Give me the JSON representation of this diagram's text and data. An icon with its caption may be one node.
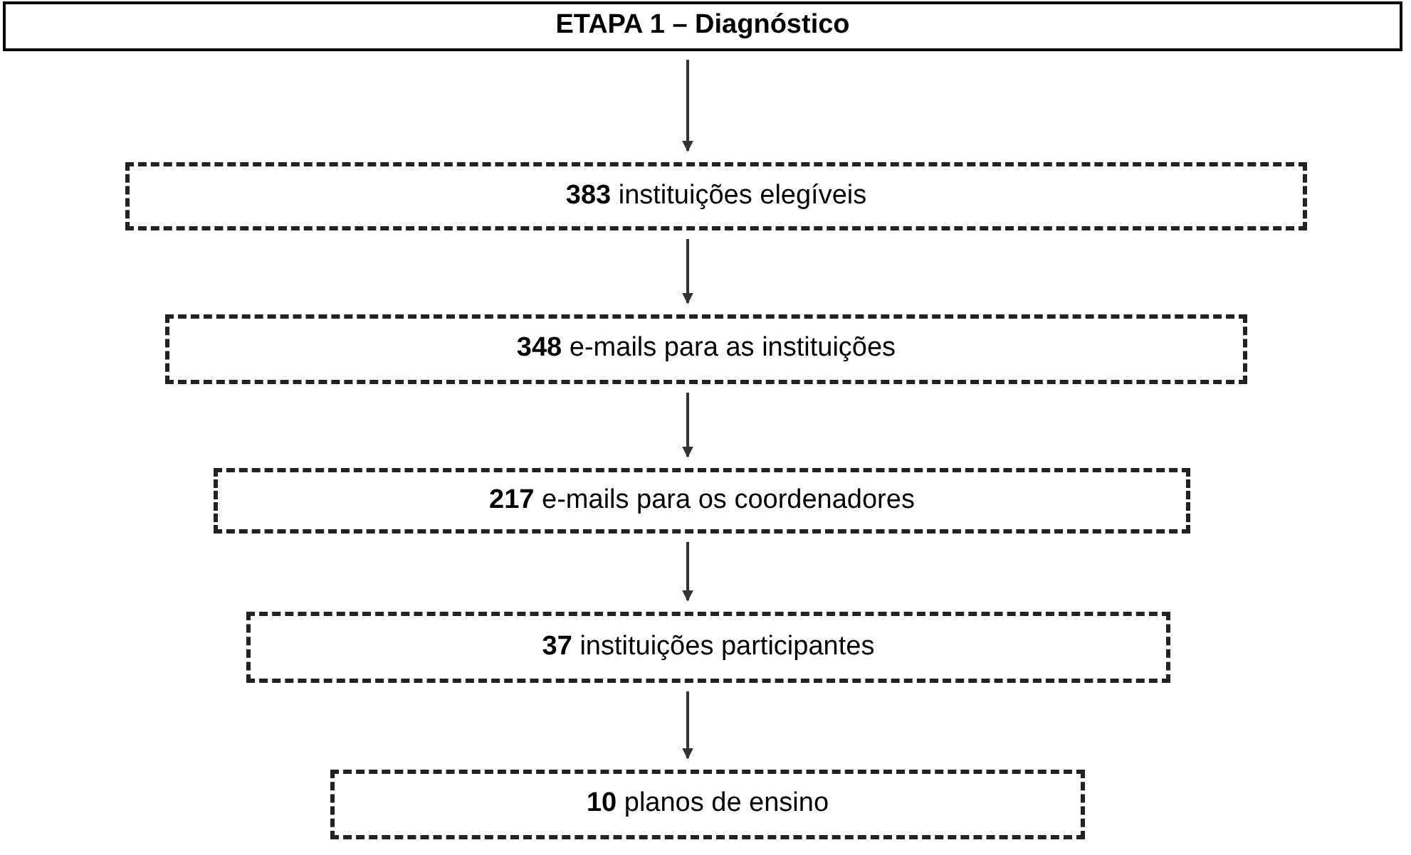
{
  "diagram": {
    "nodes": [
      {
        "text": [
          "ETAPA 1 – Diagnóstico"
        ]
      },
      {
        "text": [
          "**383** instituições elegíveis"
        ]
      },
      {
        "text": [
          "**348** e-mails para as instituições"
        ]
      },
      {
        "text": [
          "**217** e-mails para os coordenadores"
        ]
      },
      {
        "text": [
          "**37** instituições participantes"
        ]
      },
      {
        "text": [
          "**10** planos de ensino"
        ]
      }
    ],
    "edges": [
      {
        "from": 0,
        "to": 1,
        "arrow": "to"
      },
      {
        "from": 1,
        "to": 2,
        "arrow": "to"
      },
      {
        "from": 2,
        "to": 3,
        "arrow": "to"
      },
      {
        "from": 3,
        "to": 4,
        "arrow": "to"
      },
      {
        "from": 4,
        "to": 5,
        "arrow": "to"
      }
    ]
  }
}
